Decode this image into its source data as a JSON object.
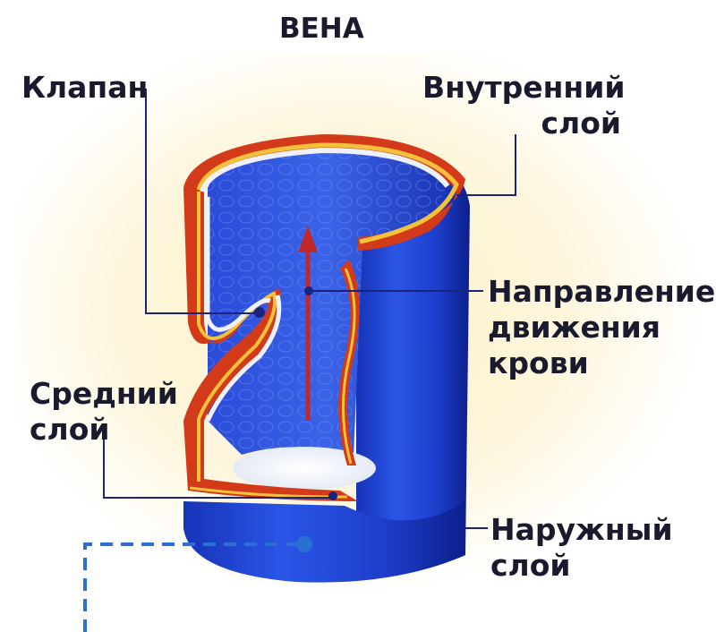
{
  "title": "ВЕНА",
  "labels": {
    "valve": "Клапан",
    "inner_layer": "Внутренний\nслой",
    "flow_direction": "Направление\nдвижения\nкрови",
    "middle_layer": "Средний\nслой",
    "outer_layer": "Наружный\nслой"
  },
  "colors": {
    "outer_layer": "#1f3fd0",
    "middle_layer": "#d23a1a",
    "inner_layer": "#e8eef6",
    "arrow": "#c0282a",
    "leader_lines": "#1a237e",
    "dashed_line": "#2b6fd6"
  }
}
